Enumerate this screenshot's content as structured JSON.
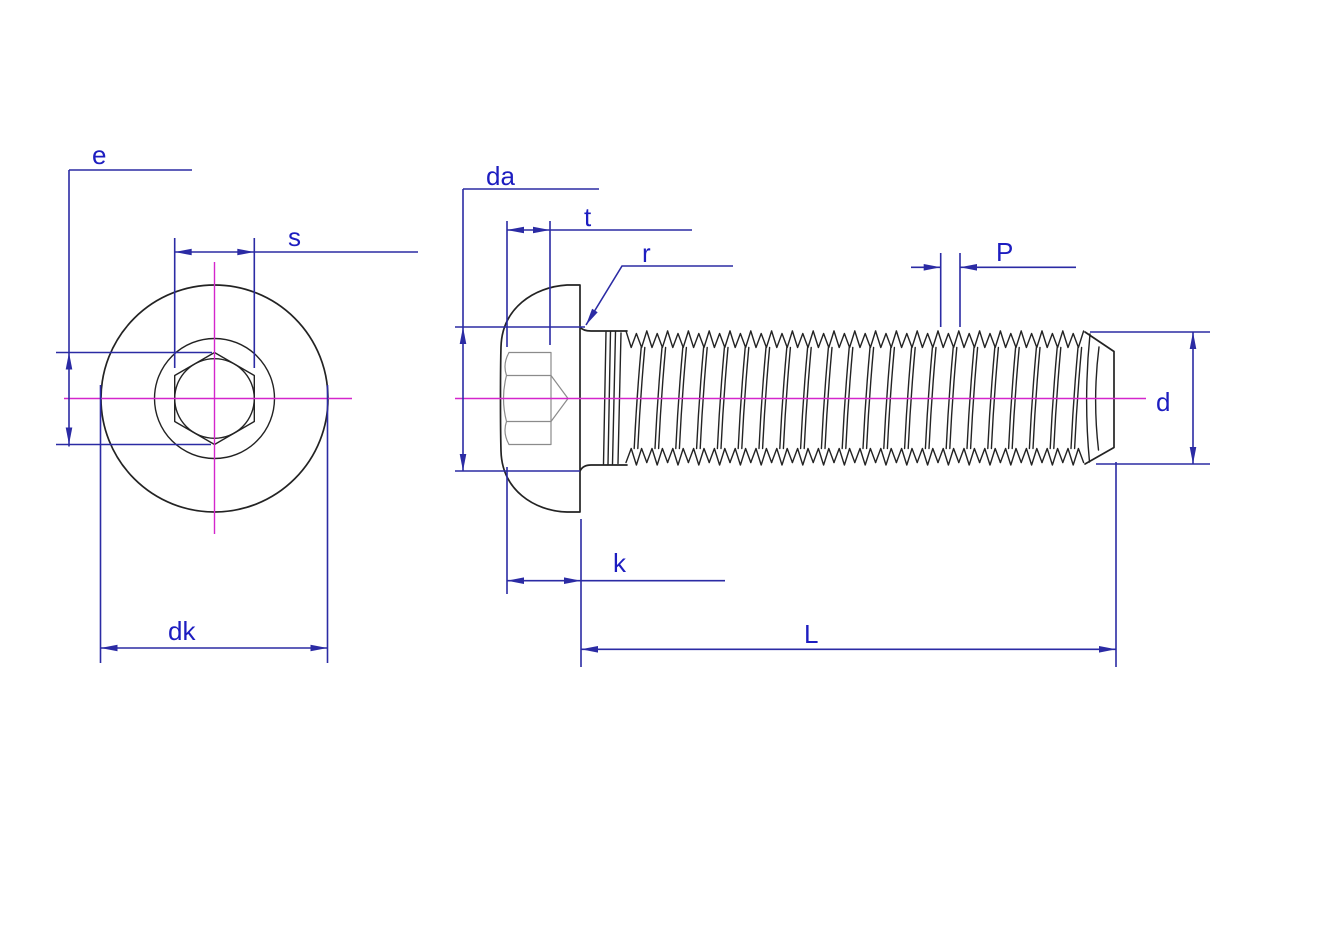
{
  "diagram": {
    "type": "technical-drawing",
    "subject": "button-head-socket-screw",
    "labels": {
      "e": "e",
      "s": "s",
      "dk": "dk",
      "da": "da",
      "t": "t",
      "r": "r",
      "p": "P",
      "d": "d",
      "k": "k",
      "l": "L"
    },
    "colors": {
      "dimension": "#2b2ba4",
      "label_text": "#1d1dc0",
      "centerline": "#d426cc",
      "outline": "#232323",
      "hidden_detail": "#8b8b8b",
      "background": "#ffffff"
    }
  }
}
